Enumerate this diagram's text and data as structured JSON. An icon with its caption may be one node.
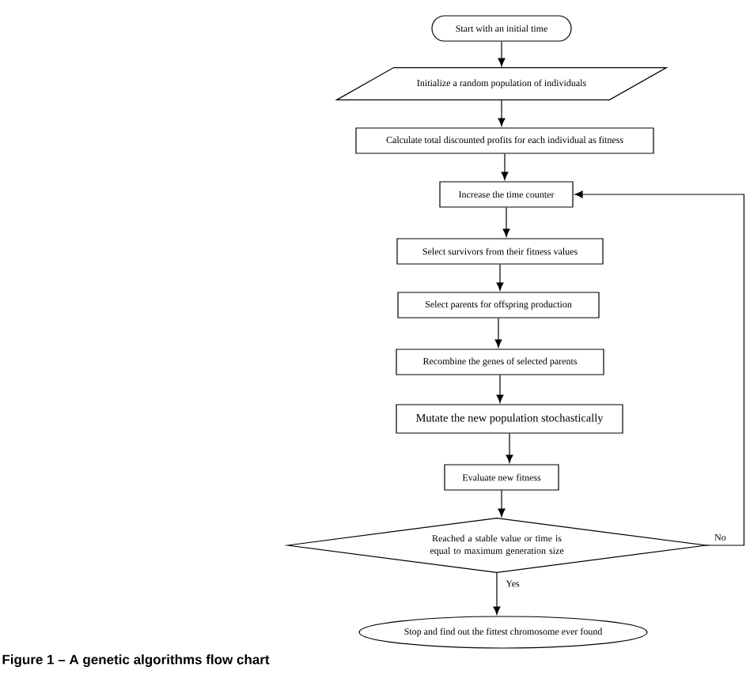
{
  "diagram": {
    "caption": "Figure 1 – A genetic algorithms flow chart",
    "nodes": [
      {
        "text": [
          "Start with an initial time"
        ]
      },
      {
        "text": [
          "Initialize a random population of individuals"
        ]
      },
      {
        "text": [
          "Calculate total discounted profits for each individual as fitness"
        ]
      },
      {
        "text": [
          "Increase the time counter"
        ]
      },
      {
        "text": [
          "Select survivors from their fitness values"
        ]
      },
      {
        "text": [
          "Select parents for offspring production"
        ]
      },
      {
        "text": [
          "Recombine the genes of selected parents"
        ]
      },
      {
        "text": [
          "Mutate the new population stochastically"
        ]
      },
      {
        "text": [
          "Evaluate new fitness"
        ]
      },
      {
        "text": [
          "Reached a stable value or time is equal to maximum generation size"
        ]
      },
      {
        "text": [
          "Stop and find out the fittest chromosome ever found"
        ]
      }
    ],
    "edges": [
      {
        "from": 0,
        "to": 1,
        "arrow": "to"
      },
      {
        "from": 1,
        "to": 2,
        "arrow": "to"
      },
      {
        "from": 2,
        "to": 3,
        "arrow": "to"
      },
      {
        "from": 3,
        "to": 4,
        "arrow": "to"
      },
      {
        "from": 4,
        "to": 5,
        "arrow": "to"
      },
      {
        "from": 5,
        "to": 6,
        "arrow": "to"
      },
      {
        "from": 6,
        "to": 7,
        "arrow": "to"
      },
      {
        "from": 7,
        "to": 8,
        "arrow": "to"
      },
      {
        "from": 8,
        "to": 9,
        "arrow": "to"
      },
      {
        "from": 9,
        "to": 10,
        "label": "Yes",
        "arrow": "to"
      },
      {
        "from": 9,
        "to": 3,
        "label": "No",
        "arrow": "to"
      }
    ]
  }
}
